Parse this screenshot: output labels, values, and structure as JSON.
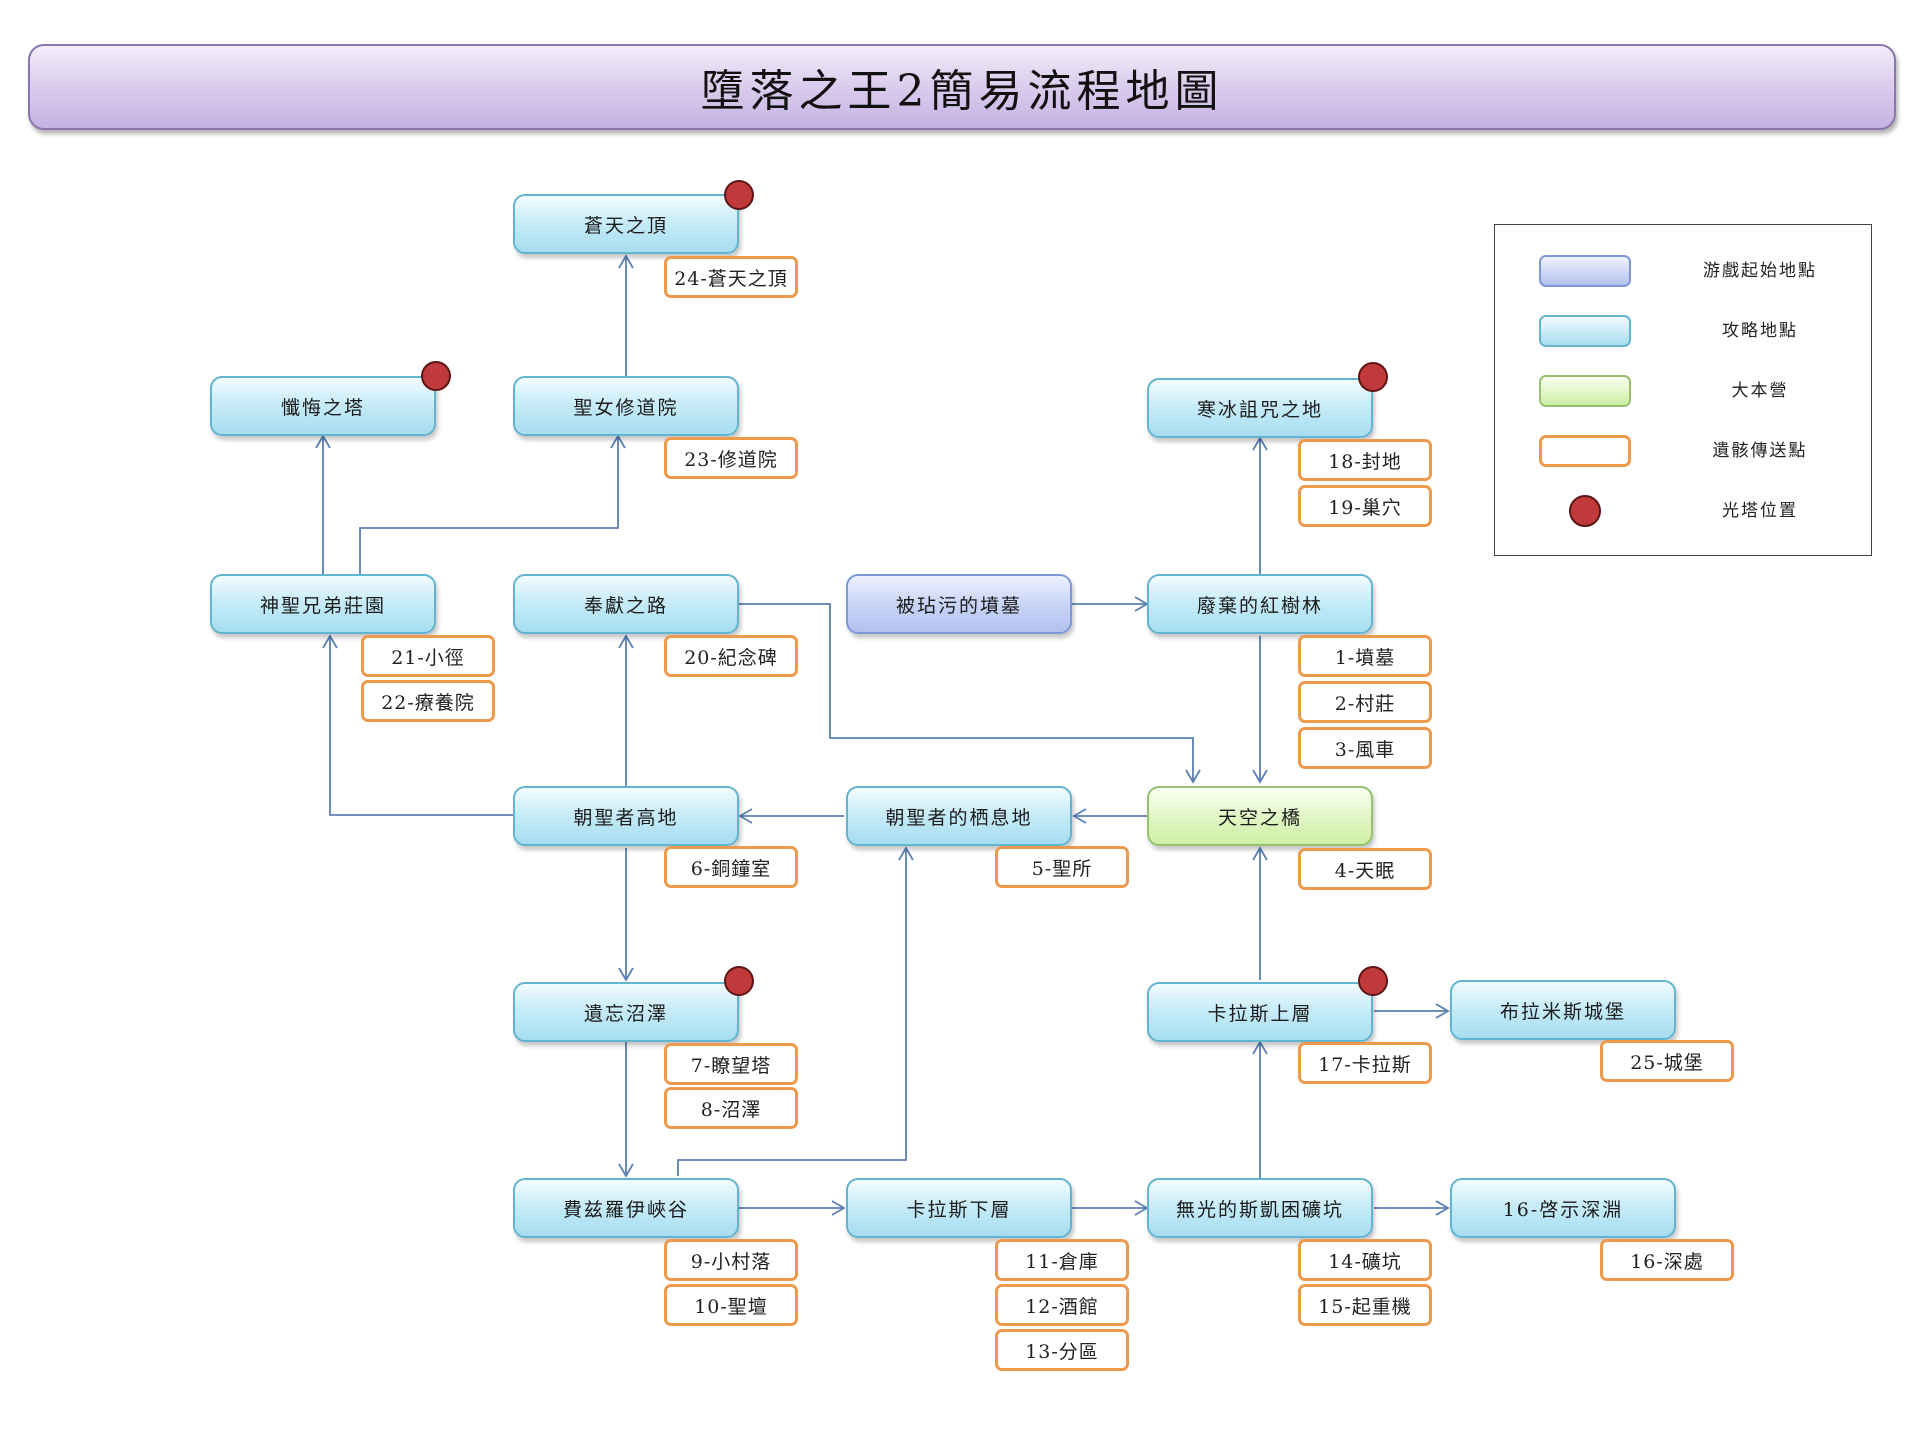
{
  "title": "墮落之王2簡易流程地圖",
  "colors": {
    "start_fill": "#c9d4f6",
    "site_fill": "#c8ecf8",
    "base_fill": "#e2f6c6",
    "teleport_border": "#ee9a4d",
    "tower": "#c0393b",
    "connector": "#5b80b3"
  },
  "nodes": {
    "cangtian": "蒼天之頂",
    "chanhui": "懺悔之塔",
    "shengnv": "聖女修道院",
    "hanbing": "寒冰詛咒之地",
    "xiongdi": "神聖兄弟莊園",
    "fengxian": "奉獻之路",
    "zhanwu": "被玷污的墳墓",
    "feiqi": "廢棄的紅樹林",
    "gaodi": "朝聖者高地",
    "qixi": "朝聖者的栖息地",
    "tiankong": "天空之橋",
    "zhaoze": "遺忘沼澤",
    "kalashang": "卡拉斯上層",
    "bulami": "布拉米斯城堡",
    "feizi": "費兹羅伊峽谷",
    "kalaxia": "卡拉斯下層",
    "wuguang": "無光的斯凱困礦坑",
    "qishi": "16-啓示深淵"
  },
  "teleports": [
    "24-蒼天之頂",
    "23-修道院",
    "18-封地",
    "19-巢穴",
    "21-小徑",
    "22-療養院",
    "20-紀念碑",
    "1-墳墓",
    "2-村莊",
    "3-風車",
    "6-銅鐘室",
    "5-聖所",
    "4-天眠",
    "7-瞭望塔",
    "8-沼澤",
    "17-卡拉斯",
    "25-城堡",
    "9-小村落",
    "10-聖壇",
    "11-倉庫",
    "12-酒館",
    "13-分區",
    "14-礦坑",
    "15-起重機",
    "16-深處"
  ],
  "legend": [
    {
      "label": "游戲起始地點",
      "icon": "start-swatch"
    },
    {
      "label": "攻略地點",
      "icon": "site-swatch"
    },
    {
      "label": "大本營",
      "icon": "base-swatch"
    },
    {
      "label": "遺骸傳送點",
      "icon": "teleport-swatch"
    },
    {
      "label": "光塔位置",
      "icon": "tower-dot-icon"
    }
  ]
}
